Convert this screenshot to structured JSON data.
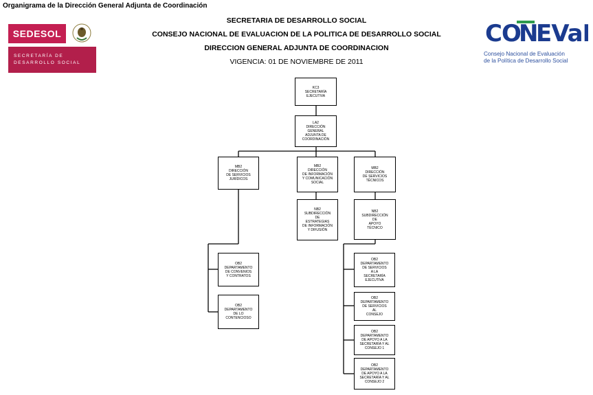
{
  "document": {
    "title": "Organigrama de la Dirección General Adjunta de Coordinación"
  },
  "header": {
    "line1": "SECRETARIA DE DESARROLLO SOCIAL",
    "line2": "CONSEJO NACIONAL DE EVALUACION DE LA POLITICA DE DESARROLLO SOCIAL",
    "line3": "DIRECCION GENERAL ADJUNTA DE COORDINACION",
    "line4": "VIGENCIA: 01 DE NOVIEMBRE DE 2011"
  },
  "logos": {
    "sedesol": {
      "word": "SEDESOL",
      "sub1": "SECRETARÍA DE",
      "sub2": "DESARROLLO SOCIAL",
      "color": "#c41f52"
    },
    "coneval": {
      "word": "CONEVAL",
      "sub1": "Consejo Nacional de Evaluación",
      "sub2": "de la Política de Desarrollo Social",
      "color": "#1b3b8f",
      "accent": "#2e9b4e"
    }
  },
  "org": {
    "secretaria": {
      "code": "KC3",
      "name": "SECRETARÍA\nEJECUTIVA"
    },
    "direccion_general": {
      "code": "LA2",
      "name": "DIRECCIÓN\nGENERAL\nADJUNTA DE\nCOORDINACIÓN"
    },
    "juridicos": {
      "code": "MB2",
      "name": "DIRECCIÓN\nDE SERVICIOS\nJURÍDICOS"
    },
    "informacion": {
      "code": "MB2",
      "name": "DIRECCIÓN\nDE INFORMACIÓN\nY COMUNICACIÓN\nSOCIAL"
    },
    "tecnicos": {
      "code": "MB2",
      "name": "DIRECCIÓN\nDE SERVICIOS\nTÉCNICOS"
    },
    "estrategias": {
      "code": "NB2",
      "name": "SUBDIRECCIÓN\nDE\nESTRATEGIAS\nDE INFORMACIÓN\nY DIFUSIÓN"
    },
    "apoyo_tecnico": {
      "code": "NB2",
      "name": "SUBDIRECCIÓN\nDE\nAPOYO\nTÉCNICO"
    },
    "convenios": {
      "code": "OB2",
      "name": "DEPARTAMENTO\nDE CONVENIOS\nY CONTRATOS"
    },
    "contencioso": {
      "code": "OB2",
      "name": "DEPARTAMENTO\nDE LO\nCONTENCIOSO"
    },
    "serv_secretaria": {
      "code": "OB2",
      "name": "DEPARTAMENTO\nDE SERVICIOS\nA LA\nSECRETARÍA\nEJECUTIVA"
    },
    "serv_consejo": {
      "code": "OB2",
      "name": "DEPARTAMENTO\nDE SERVICIOS\nAL\nCONSEJO"
    },
    "apoyo_1": {
      "code": "OB2",
      "name": "DEPARTAMENTO\nDE APOYO A LA\nSECRETARÍA Y AL\nCONSEJO 1"
    },
    "apoyo_2": {
      "code": "OB2",
      "name": "DEPARTAMENTO\nDE APOYO A LA\nSECRETARÍA Y AL\nCONSEJO 2"
    }
  }
}
